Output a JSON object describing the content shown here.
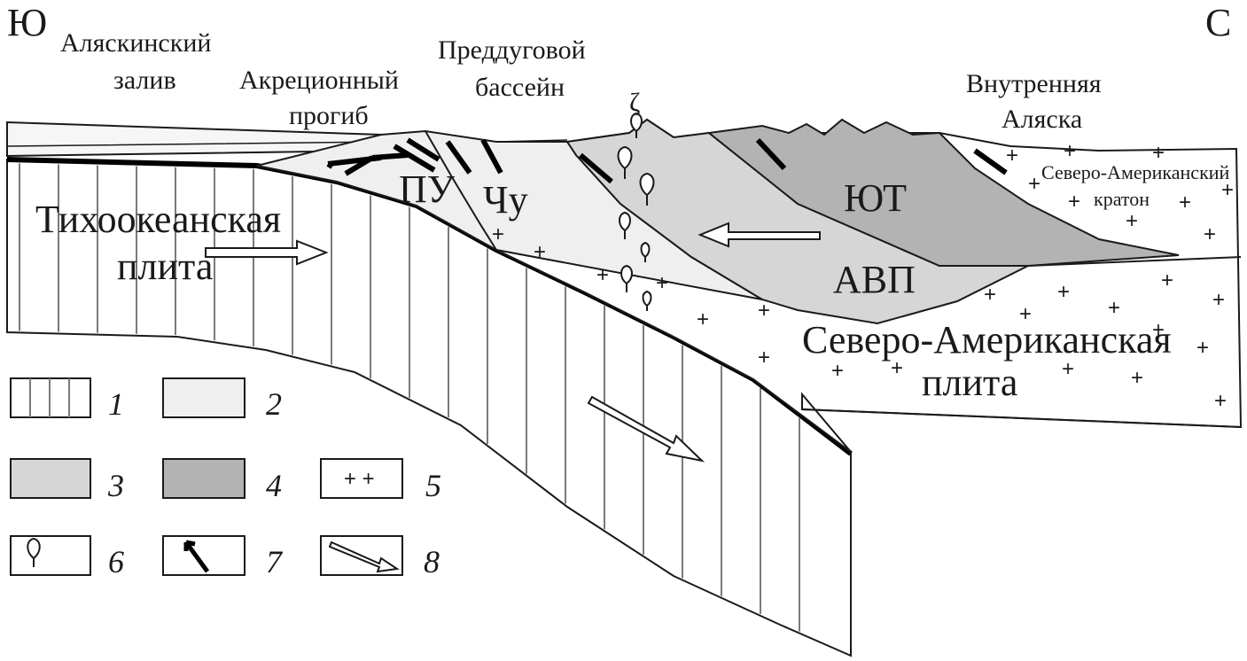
{
  "directions": {
    "south": "Ю",
    "north": "С"
  },
  "labels": {
    "gulf_line1": "Аляскинский",
    "gulf_line2": "залив",
    "accretion_line1": "Акреционный",
    "accretion_line2": "прогиб",
    "forearc_line1": "Преддуговой",
    "forearc_line2": "бассейн",
    "interior_line1": "Внутренняя",
    "interior_line2": "Аляска",
    "craton_line1": "Северо-Американский",
    "craton_line2": "кратон",
    "pu": "ПУ",
    "chu": "Чу",
    "yut": "ЮТ",
    "avp": "АВП",
    "pacific_line1": "Тихоокеанская",
    "pacific_line2": "плита",
    "na_plate_line1": "Северо-Американская",
    "na_plate_line2": "плита",
    "volcano_glyph": "ζ"
  },
  "legend": [
    {
      "n": "1",
      "pattern": "vertical-hatch"
    },
    {
      "n": "2",
      "pattern": "light-fill"
    },
    {
      "n": "3",
      "pattern": "medium-fill"
    },
    {
      "n": "4",
      "pattern": "dark-fill"
    },
    {
      "n": "5",
      "pattern": "crosses",
      "symbol": "+ +"
    },
    {
      "n": "6",
      "pattern": "magma-drop"
    },
    {
      "n": "7",
      "pattern": "thrust-arrow"
    },
    {
      "n": "8",
      "pattern": "plate-motion-arrow"
    }
  ],
  "colors": {
    "pacific_plate": "#ffffff",
    "light_fill": "#efefef",
    "medium_fill": "#d6d6d6",
    "dark_fill": "#b3b3b3",
    "line": "#1a1a1a"
  }
}
